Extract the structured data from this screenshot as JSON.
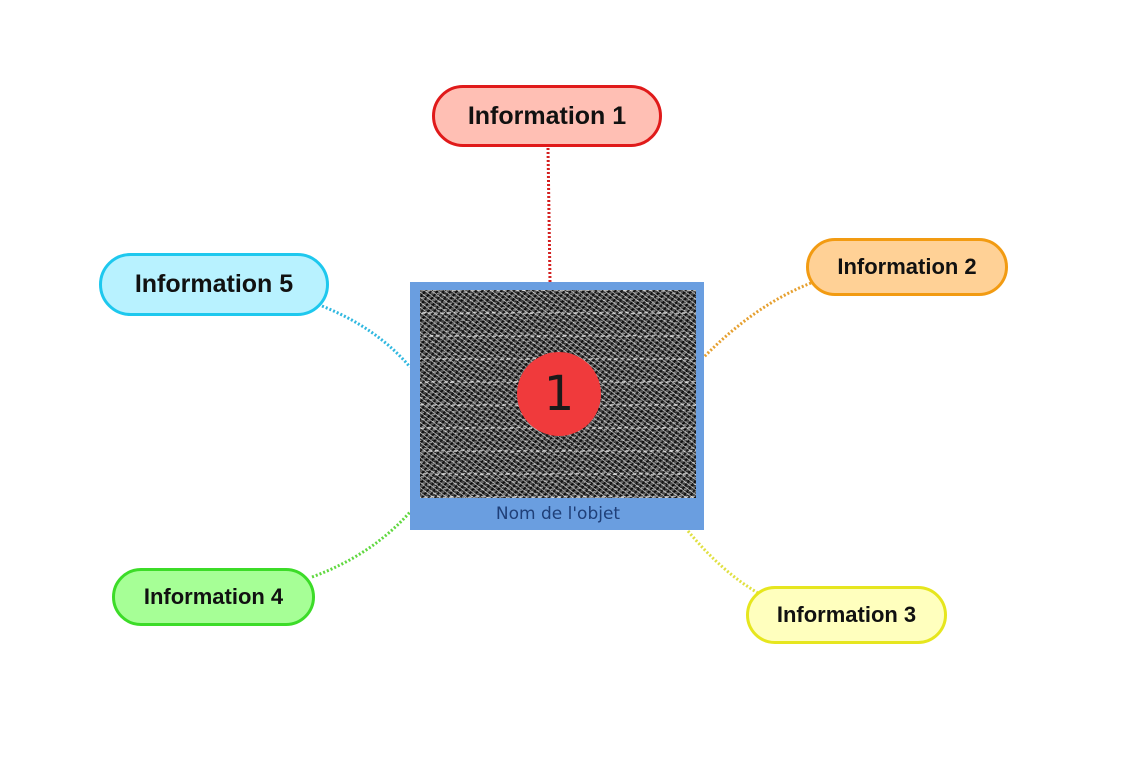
{
  "center": {
    "caption": "Nom de l'objet",
    "badge": "1",
    "frame_color": "#6a9ee0",
    "badge_color": "#f03a3c"
  },
  "nodes": [
    {
      "label": "Information 1",
      "fill": "#ffbfb4",
      "border": "#e01a1a",
      "line": "#d42020"
    },
    {
      "label": "Information 2",
      "fill": "#ffd196",
      "border": "#f29b12",
      "line": "#e6a030"
    },
    {
      "label": "Information 3",
      "fill": "#ffffbe",
      "border": "#e6e61e",
      "line": "#e0e040"
    },
    {
      "label": "Information 4",
      "fill": "#a6ff96",
      "border": "#3cdc28",
      "line": "#60d840"
    },
    {
      "label": "Information 5",
      "fill": "#b8f2ff",
      "border": "#1ec8ee",
      "line": "#30b8e0"
    }
  ]
}
